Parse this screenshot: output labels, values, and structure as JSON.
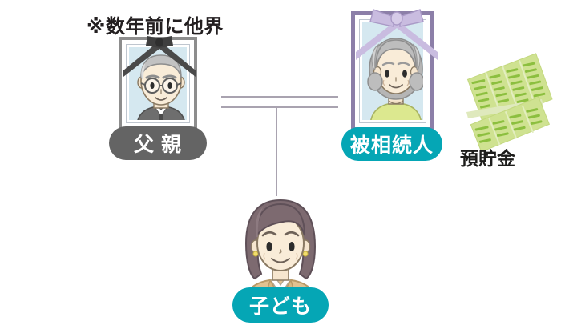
{
  "diagram": {
    "title_note": "※数年前に他界",
    "nodes": [
      {
        "id": "father",
        "label": "父 親",
        "badge_color": "#646464",
        "badge_style": "gray",
        "portrait_type": "memorial-photo",
        "frame_color": "#8d8d8d",
        "ribbon_color": "#4a4a4a",
        "hair_color": "#b9b9b9",
        "clothing_color": "#6e6e6e",
        "accessory": "glasses"
      },
      {
        "id": "mother",
        "label": "被相続人",
        "badge_color": "#05a6b5",
        "badge_style": "teal",
        "portrait_type": "memorial-photo",
        "frame_color": "#8c7fa8",
        "ribbon_color": "#c9bce0",
        "hair_color": "#a9a9a9",
        "clothing_color": "#d6e08a",
        "accessory": "none"
      },
      {
        "id": "child",
        "label": "子ども",
        "badge_color": "#05a6b5",
        "badge_style": "teal",
        "portrait_type": "avatar",
        "hair_color": "#7d6a70",
        "clothing_color": "#e0c291",
        "accessory": "earrings"
      }
    ],
    "asset": {
      "id": "bankbook",
      "label": "預貯金",
      "color": "#c3dc7a",
      "accent_color": "#8cbf3f"
    },
    "connectors": [
      {
        "id": "marriage-line",
        "type": "double-horizontal",
        "color": "#a9a3b0"
      },
      {
        "id": "descent-line",
        "type": "vertical",
        "color": "#a9a3b0"
      }
    ]
  }
}
